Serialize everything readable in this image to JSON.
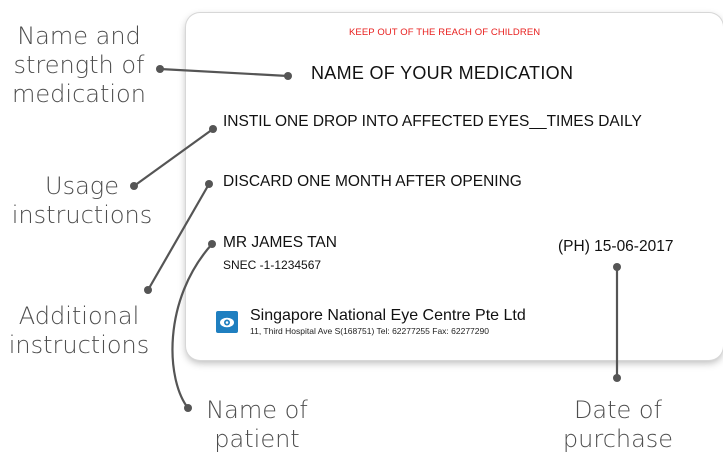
{
  "callouts": {
    "medication": [
      "Name and",
      "strength of",
      "medication"
    ],
    "usage": [
      "Usage",
      "instructions"
    ],
    "additional": [
      "Additional",
      "instructions"
    ],
    "patient": [
      "Name of",
      "patient"
    ],
    "purchase": [
      "Date of",
      "purchase"
    ]
  },
  "label": {
    "warning": "KEEP OUT OF THE REACH OF CHILDREN",
    "medication_name": "NAME OF YOUR MEDICATION",
    "usage": "INSTIL ONE DROP INTO AFFECTED EYES__TIMES DAILY",
    "discard": "DISCARD ONE MONTH AFTER OPENING",
    "patient_name": "MR JAMES TAN",
    "patient_id": "SNEC -1-1234567",
    "date": "(PH) 15-06-2017",
    "clinic_name": "Singapore National Eye Centre Pte Ltd",
    "clinic_address": "11, Third Hospital Ave S(168751) Tel: 62277255 Fax: 62277290"
  },
  "colors": {
    "warning": "#e8201f",
    "connector": "#555555",
    "logo": "#1f7fc0"
  }
}
